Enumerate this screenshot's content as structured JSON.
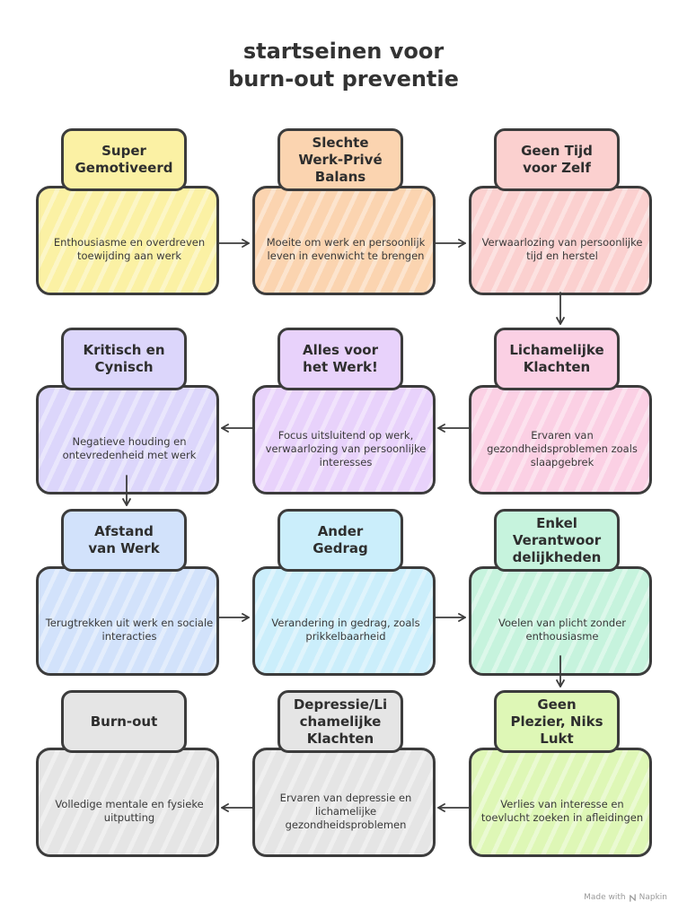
{
  "title": {
    "line1": "startseinen voor",
    "line2": "burn-out preventie"
  },
  "nodes": [
    {
      "title": "Super\nGemotiveerd",
      "description": "Enthousiasme en overdreven toewijding aan werk",
      "color": "#fbf1a4"
    },
    {
      "title": "Slechte\nWerk-Privé\nBalans",
      "description": "Moeite om werk en persoonlijk leven in evenwicht te brengen",
      "color": "#fbd4b0"
    },
    {
      "title": "Geen Tijd\nvoor Zelf",
      "description": "Verwaarlozing van persoonlijke tijd en herstel",
      "color": "#fbd0cf"
    },
    {
      "title": "Lichamelijke\nKlachten",
      "description": "Ervaren van gezondheidsproblemen zoals slaapgebrek",
      "color": "#fbd0e4"
    },
    {
      "title": "Alles voor\nhet Werk!",
      "description": "Focus uitsluitend op werk, verwaarlozing van persoonlijke interesses",
      "color": "#e8d2fb"
    },
    {
      "title": "Kritisch en\nCynisch",
      "description": "Negatieve houding en ontevredenheid met werk",
      "color": "#dcd6fb"
    },
    {
      "title": "Afstand\nvan Werk",
      "description": "Terugtrekken uit werk en sociale interacties",
      "color": "#d2e2fb"
    },
    {
      "title": "Ander\nGedrag",
      "description": "Verandering in gedrag, zoals prikkelbaarheid",
      "color": "#cbeefb"
    },
    {
      "title": "Enkel\nVerantwoor\ndelijkheden",
      "description": "Voelen van plicht zonder enthousiasme",
      "color": "#c6f3dd"
    },
    {
      "title": "Geen\nPlezier, Niks\nLukt",
      "description": "Verlies van interesse en toevlucht zoeken in afleidingen",
      "color": "#def7b6"
    },
    {
      "title": "Depressie/Li\nchamelijke\nKlachten",
      "description": "Ervaren van depressie en lichamelijke gezondheidsproblemen",
      "color": "#e5e5e5"
    },
    {
      "title": "Burn-out",
      "description": "Volledige mentale en fysieke uitputting",
      "color": "#e5e5e5"
    }
  ],
  "footer": {
    "text": "Made with",
    "brand": "Napkin"
  }
}
